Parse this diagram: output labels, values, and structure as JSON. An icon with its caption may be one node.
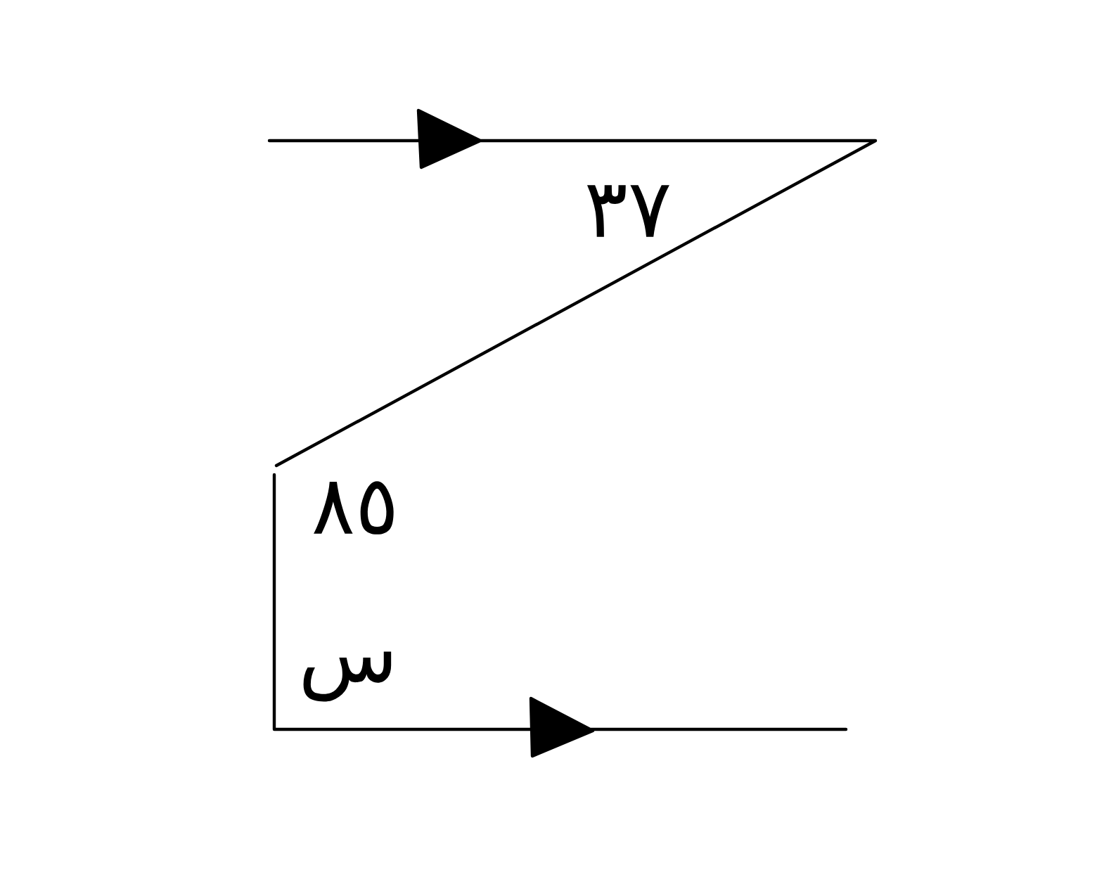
{
  "diagram": {
    "labels": [
      "٣٧",
      "٨٥",
      "س"
    ]
  }
}
